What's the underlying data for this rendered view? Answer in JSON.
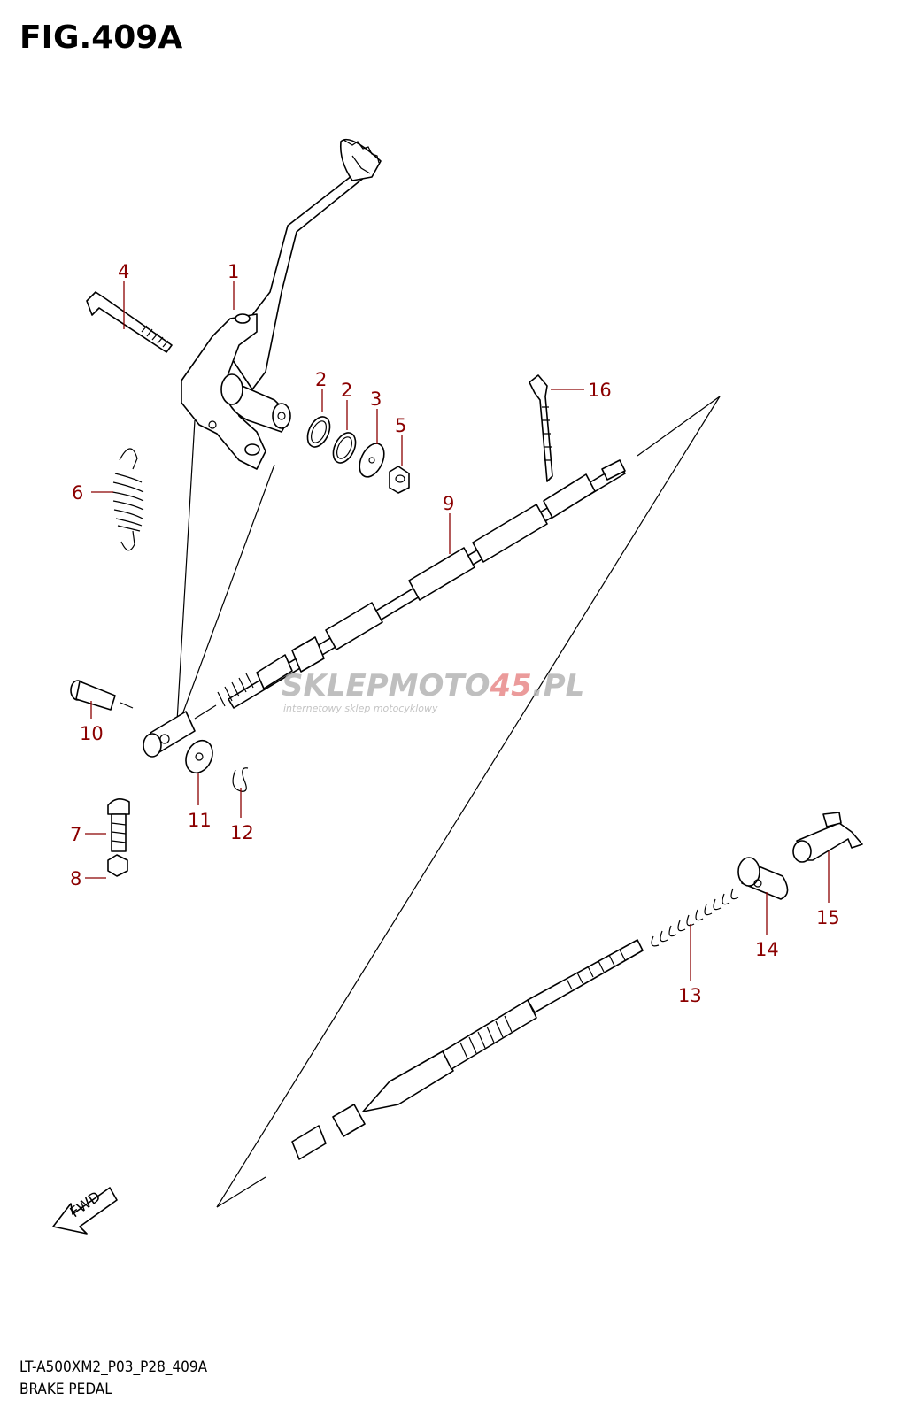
{
  "header": {
    "figure_title": "FIG.409A"
  },
  "footer": {
    "model_code": "LT-A500XM2_P03_P28_409A",
    "diagram_name": "BRAKE PEDAL"
  },
  "watermark": {
    "part1": "SKLEPMOTO",
    "part2": "45",
    "part3": ".PL",
    "tagline": "internetowy sklep motocyklowy",
    "colors": {
      "gray": "#b5b5b5",
      "red": "#e88a8a"
    }
  },
  "direction_marker": {
    "label": "FWD",
    "icon": "fwd-arrow-icon"
  },
  "callouts": [
    {
      "id": "c1",
      "label": "1"
    },
    {
      "id": "c2a",
      "label": "2"
    },
    {
      "id": "c2b",
      "label": "2"
    },
    {
      "id": "c3",
      "label": "3"
    },
    {
      "id": "c4",
      "label": "4"
    },
    {
      "id": "c5",
      "label": "5"
    },
    {
      "id": "c6",
      "label": "6"
    },
    {
      "id": "c7",
      "label": "7"
    },
    {
      "id": "c8",
      "label": "8"
    },
    {
      "id": "c9",
      "label": "9"
    },
    {
      "id": "c10",
      "label": "10"
    },
    {
      "id": "c11",
      "label": "11"
    },
    {
      "id": "c12",
      "label": "12"
    },
    {
      "id": "c13",
      "label": "13"
    },
    {
      "id": "c14",
      "label": "14"
    },
    {
      "id": "c15",
      "label": "15"
    },
    {
      "id": "c16",
      "label": "16"
    }
  ],
  "colors": {
    "callout": "#8b0000",
    "line": "#000000"
  }
}
